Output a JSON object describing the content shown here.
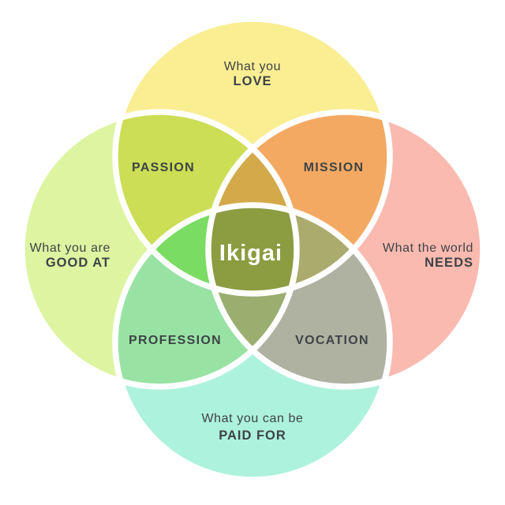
{
  "diagram_title": "Ikigai",
  "center": {
    "label": "Ikigai"
  },
  "circles": {
    "love": {
      "line1": "What you",
      "line2": "LOVE"
    },
    "good_at": {
      "line1": "What you are",
      "line2": "GOOD AT"
    },
    "needs": {
      "line1": "What the world",
      "line2": "NEEDS"
    },
    "paid_for": {
      "line1": "What you can be",
      "line2": "PAID FOR"
    }
  },
  "overlaps": {
    "passion": "PASSION",
    "mission": "MISSION",
    "profession": "PROFESSION",
    "vocation": "VOCATION"
  },
  "colors": {
    "background": "#ffffff",
    "divider": "#ffffff",
    "text": "#3e4347",
    "center_text": "#ffffff",
    "circle_love": "#f9ee92",
    "circle_good_at": "#ddf4a1",
    "circle_needs": "#fbbab0",
    "circle_paid_for": "#adf2dc",
    "overlap_passion": "#cbde55",
    "overlap_mission": "#f4a963",
    "overlap_profession": "#98e3a3",
    "overlap_vocation": "#afb1a1",
    "triple_love_top": "#d3a94a",
    "triple_good_at_left": "#7adc63",
    "triple_needs_right": "#aaab6d",
    "triple_paid_for_bottom": "#9aae70",
    "center_ikigai": "#8c9c41"
  }
}
